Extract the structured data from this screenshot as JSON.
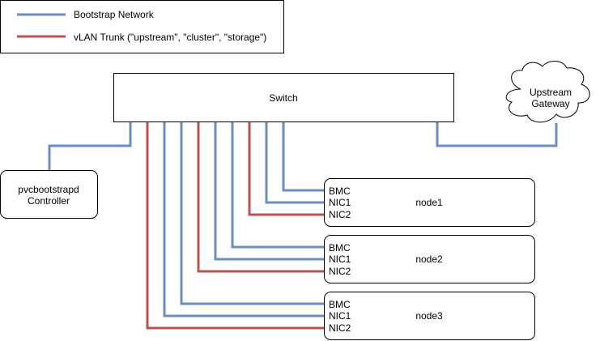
{
  "legend": {
    "items": [
      {
        "label": "Bootstrap Network",
        "color": "#6c8ebf"
      },
      {
        "label": "vLAN Trunk (\"upstream\", \"cluster\", \"storage\")",
        "color": "#b85450"
      }
    ]
  },
  "switch": {
    "label": "Switch"
  },
  "gateway": {
    "line1": "Upstream",
    "line2": "Gateway"
  },
  "controller": {
    "line1": "pvcbootstrapd",
    "line2": "Controller"
  },
  "ports": {
    "bmc": "BMC",
    "nic1": "NIC1",
    "nic2": "NIC2"
  },
  "nodes": [
    {
      "name": "node1"
    },
    {
      "name": "node2"
    },
    {
      "name": "node3"
    }
  ],
  "colors": {
    "bootstrap": "#6c8ebf",
    "trunk": "#b85450",
    "stroke": "#000000",
    "background": "#ffffff"
  }
}
